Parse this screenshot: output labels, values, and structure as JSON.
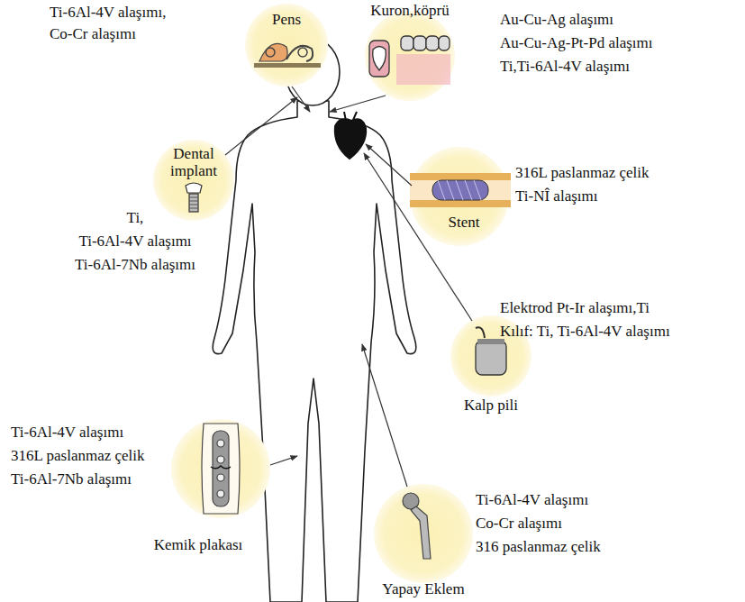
{
  "diagram": {
    "nodes": [
      {
        "text": [
          "Pens"
        ]
      },
      {
        "text": [
          "Kuron,köprü"
        ]
      },
      {
        "text": [
          "Dental implant"
        ]
      },
      {
        "text": [
          "Stent"
        ]
      },
      {
        "text": [
          "Kalp pili"
        ]
      },
      {
        "text": [
          "Kemik plakası"
        ]
      },
      {
        "text": [
          "Yapay Eklem"
        ]
      }
    ],
    "edges": [],
    "labels": [
      "Ti-6Al-4V alaşımı,",
      "Co-Cr alaşımı",
      "Au-Cu-Ag alaşımı",
      "Au-Cu-Ag-Pt-Pd alaşımı",
      "Ti,Ti-6Al-4V alaşımı",
      "Ti,",
      "Ti-6Al-4V alaşımı",
      "Ti-6Al-7Nb alaşımı",
      "316L paslanmaz çelik",
      "Ti-NÎ alaşımı",
      "Elektrod Pt-Ir alaşımı,Ti",
      "Kılıf: Ti, Ti-6Al-4V alaşımı",
      "Ti-6Al-4V alaşımı",
      "316L paslanmaz çelik",
      "Ti-6Al-7Nb alaşımı",
      "Ti-6Al-4V alaşımı",
      "Co-Cr alaşımı",
      "316 paslanmaz çelik"
    ]
  }
}
